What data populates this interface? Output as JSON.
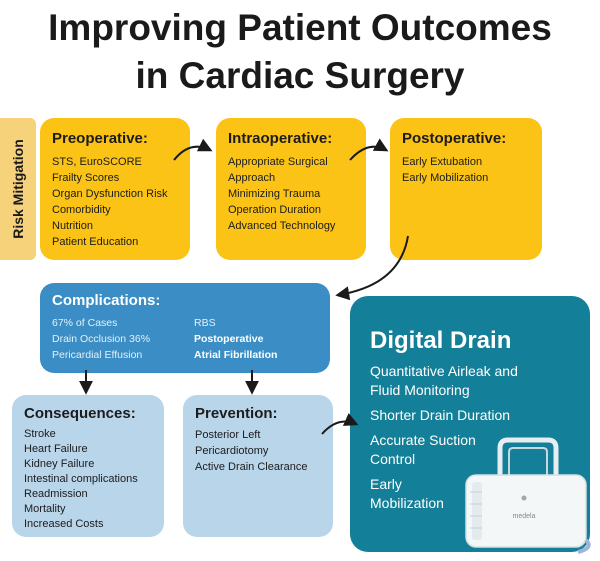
{
  "title": {
    "line1": "Improving Patient Outcomes",
    "line2": "in Cardiac Surgery"
  },
  "side_label": "Risk Mitigation",
  "preoperative": {
    "heading": "Preoperative:",
    "items": [
      "STS, EuroSCORE",
      "Frailty Scores",
      "Organ Dysfunction Risk",
      "Comorbidity",
      "Nutrition",
      "Patient Education"
    ]
  },
  "intraoperative": {
    "heading": "Intraoperative:",
    "items": [
      "Appropriate Surgical",
      "Approach",
      "Minimizing Trauma",
      "Operation Duration",
      "Advanced Technology"
    ]
  },
  "postoperative": {
    "heading": "Postoperative:",
    "items": [
      "Early Extubation",
      "Early Mobilization"
    ]
  },
  "complications": {
    "heading": "Complications:",
    "col1": [
      "67% of Cases",
      "Drain Occlusion 36%",
      "Pericardial Effusion"
    ],
    "col2": [
      "RBS",
      "Postoperative",
      "Atrial Fibrillation"
    ]
  },
  "consequences": {
    "heading": "Consequences:",
    "items": [
      "Stroke",
      "Heart Failure",
      "Kidney Failure",
      "Intestinal complications",
      "Readmission",
      "Mortality",
      "Increased Costs"
    ]
  },
  "prevention": {
    "heading": "Prevention:",
    "items": [
      "Posterior Left",
      "Pericardiotomy",
      "Active Drain Clearance"
    ]
  },
  "digital_drain": {
    "heading": "Digital Drain",
    "items": [
      "Quantitative Airleak and Fluid Monitoring",
      "Shorter Drain Duration",
      "Accurate Suction Control",
      "Early Mobilization"
    ],
    "device_brand": "medela"
  },
  "colors": {
    "yellow": "#fbc316",
    "blue": "#3b8ec5",
    "light_blue": "#b9d5ea",
    "teal": "#137f98",
    "side_label_bg": "#f6d27a"
  }
}
